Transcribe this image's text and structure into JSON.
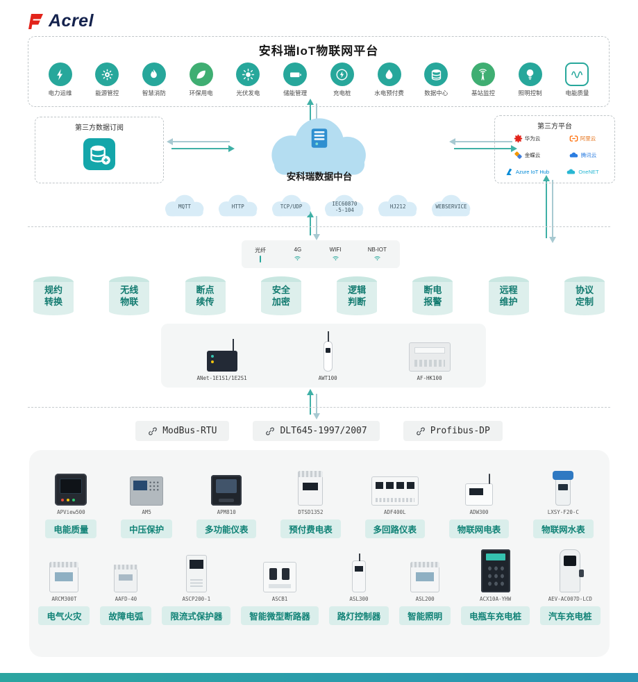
{
  "colors": {
    "accent_teal": "#27a79b",
    "accent_green": "#3fae72",
    "arrow_teal": "#3fb0a6",
    "cloud_blue": "#b4ddf1",
    "pill_bg": "#daeeeb",
    "pill_text": "#108276",
    "logo_red": "#e2231a",
    "footer_left": "#2ba5a0",
    "footer_right": "#2a94b5"
  },
  "logo": {
    "brand": "Acrel"
  },
  "platform": {
    "title": "安科瑞IoT物联网平台",
    "apps": [
      {
        "label": "电力运维",
        "icon": "bolt-icon"
      },
      {
        "label": "能源管控",
        "icon": "gear-icon"
      },
      {
        "label": "智慧消防",
        "icon": "flame-icon"
      },
      {
        "label": "环保用电",
        "icon": "leaf-icon"
      },
      {
        "label": "光伏发电",
        "icon": "sun-icon"
      },
      {
        "label": "储能管理",
        "icon": "battery-icon"
      },
      {
        "label": "充电桩",
        "icon": "ev-charge-icon"
      },
      {
        "label": "水电预付费",
        "icon": "water-drop-icon"
      },
      {
        "label": "数据中心",
        "icon": "database-icon"
      },
      {
        "label": "基站监控",
        "icon": "base-station-icon"
      },
      {
        "label": "照明控制",
        "icon": "bulb-icon"
      },
      {
        "label": "电能质量",
        "icon": "waveform-icon"
      }
    ]
  },
  "integration": {
    "subscribe": {
      "title": "第三方数据订阅",
      "icon": "database-add-icon"
    },
    "cloud": {
      "label": "安科瑞数据中台",
      "icon": "server-icon"
    },
    "thirdparty": {
      "title": "第三方平台",
      "vendors": [
        {
          "name": "华为云",
          "icon": "huawei-cloud-logo"
        },
        {
          "name": "阿里云",
          "icon": "alibaba-cloud-logo"
        },
        {
          "name": "金蝶云",
          "icon": "kingdee-cloud-logo"
        },
        {
          "name": "腾讯云",
          "icon": "tencent-cloud-logo"
        },
        {
          "name": "Azure IoT Hub",
          "icon": "azure-iot-hub-logo"
        },
        {
          "name": "OneNET",
          "icon": "onenet-logo"
        }
      ]
    }
  },
  "transport": {
    "clouds": [
      "MQTT",
      "HTTP",
      "TCP/UDP",
      "IEC60870\n-5-104",
      "HJ212",
      "WEBSERVICE"
    ]
  },
  "connectivity": {
    "items": [
      {
        "label": "光纤",
        "icon": "fiber-icon"
      },
      {
        "label": "4G",
        "icon": "wifi-icon"
      },
      {
        "label": "WIFI",
        "icon": "wifi-icon"
      },
      {
        "label": "NB-IOT",
        "icon": "wifi-icon"
      }
    ]
  },
  "capabilities": [
    "规约转换",
    "无线物联",
    "断点续传",
    "安全加密",
    "逻辑判断",
    "断电报警",
    "远程维护",
    "协议定制"
  ],
  "gateways": [
    {
      "model": "ANet-1E1S1/1E2S1",
      "visual": "gw-anet"
    },
    {
      "model": "AWT100",
      "visual": "gw-awt"
    },
    {
      "model": "AF-HK100",
      "visual": "gw-afhk"
    }
  ],
  "bus_protocols": [
    "ModBus-RTU",
    "DLT645-1997/2007",
    "Profibus-DP"
  ],
  "devices": {
    "row1": [
      {
        "model": "APView500",
        "category": "电能质量",
        "visual": "panel-dark"
      },
      {
        "model": "AM5",
        "category": "中压保护",
        "visual": "relay-panel"
      },
      {
        "model": "APM810",
        "category": "多功能仪表",
        "visual": "meter-panel"
      },
      {
        "model": "DTSD1352",
        "category": "预付费电表",
        "visual": "din-meter"
      },
      {
        "model": "ADF400L",
        "category": "多回路仪表",
        "visual": "din-wide"
      },
      {
        "model": "ADW300",
        "category": "物联网电表",
        "visual": "iot-meter"
      },
      {
        "model": "LXSY-F20-C",
        "category": "物联网水表",
        "visual": "water-meter"
      }
    ],
    "row2": [
      {
        "model": "ARCM300T",
        "category": "电气火灾",
        "visual": "din-module"
      },
      {
        "model": "AAFD-40",
        "category": "故障电弧",
        "visual": "din-small"
      },
      {
        "model": "ASCP200-1",
        "category": "限流式保护器",
        "visual": "tall-protector"
      },
      {
        "model": "ASCB1",
        "category": "智能微型断路器",
        "visual": "breaker"
      },
      {
        "model": "ASL300",
        "category": "路灯控制器",
        "visual": "small-ctrl"
      },
      {
        "model": "ASL200",
        "category": "智能照明",
        "visual": "din-module"
      },
      {
        "model": "ACX10A-YHW",
        "category": "电瓶车充电桩",
        "visual": "cabinet"
      },
      {
        "model": "AEV-AC007D-LCD",
        "category": "汽车充电桩",
        "visual": "charge-pile"
      }
    ]
  }
}
